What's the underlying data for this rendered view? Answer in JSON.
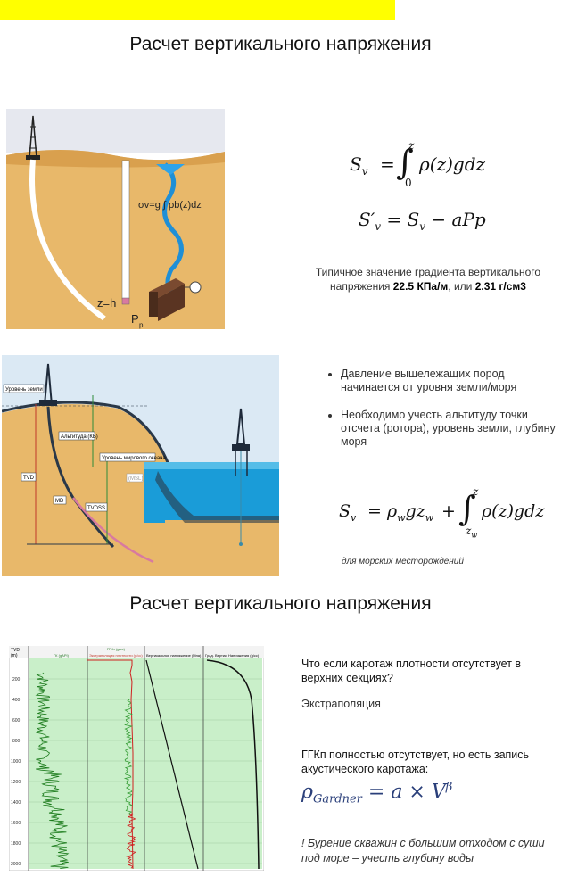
{
  "slide1": {
    "title": "Расчет вертикального напряжения",
    "figure1": {
      "sigma_label": "σv=g ∫ ρb(z)dz",
      "integral_upper": "h",
      "integral_lower": "0",
      "zh_label": "z=h",
      "pp_label": "P",
      "pp_sub": "p"
    },
    "formula1": {
      "lhs": "S",
      "lhs_sub": "v",
      "eq": "=",
      "int_upper": "z",
      "int_lower": "0",
      "rhs": "ρ(z)gdz"
    },
    "formula2": {
      "lhs": "S′",
      "lhs_sub": "v",
      "rhs": "= S",
      "rhs_sub": "v",
      "tail": "− aPp"
    },
    "note_line1": "Типичное значение градиента вертикального",
    "note_prefix": "напряжения ",
    "note_val1": "22.5 КПа/м",
    "note_mid": ", или ",
    "note_val2": "2.31 г/см3",
    "figure2": {
      "ground_level": "Уровень земли",
      "altitude": "Альтитуда (КБ)",
      "sea_level": "Уровень мирового океана",
      "tvd": "TVD",
      "md": "MD",
      "tvdss": "TVDSS",
      "msl": "(MSL)"
    },
    "bullets": [
      "Давление вышележащих пород начинается от уровня земли/моря",
      "Необходимо учесть альтитуду точки отсчета (ротора), уровень земли, глубину моря"
    ],
    "formula3": {
      "lhs": "S",
      "lhs_sub": "v",
      "mid": "= ρ",
      "mid_sub": "w",
      "mid2": "gz",
      "mid2_sub": "w",
      "plus": "+",
      "int_upper": "z",
      "int_lower": "z",
      "int_lower_sub": "w",
      "rhs": "ρ(z)gdz"
    },
    "offshore_note": "для морских месторождений"
  },
  "slide2": {
    "title": "Расчет вертикального напряжения",
    "log": {
      "header_tvd": "TVD",
      "header_unit": "(m)",
      "track1": "ГК (gAPI)",
      "track2a": "ГГКп (g/cc)",
      "track2b": "Экстраполяция плотности (g/cc)",
      "track3": "Вертикальное напряжение (Мпа)",
      "track4": "Град. Вертик. Напряжения (g/cc)",
      "depth_ticks": [
        "200",
        "400",
        "600",
        "800",
        "1000",
        "1200",
        "1400",
        "1600",
        "1800",
        "2000"
      ]
    },
    "question": "Что если каротаж плотности отсутствует в верхних секциях?",
    "answer": "Экстраполяция",
    "ggkp_note": "ГГКп полностью отсутствует, но есть запись акустического каротажа:",
    "gardner": {
      "lhs": "ρ",
      "lhs_sub": "Gardner",
      "rhs": "= a × V",
      "exp": "β"
    },
    "warning": "! Бурение скважин с большим отходом с суши под море – учесть глубину воды"
  }
}
